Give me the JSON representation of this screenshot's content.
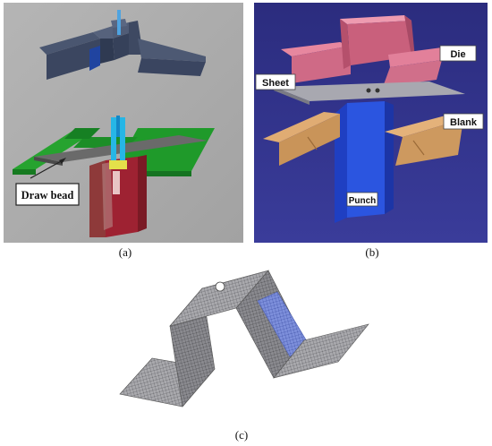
{
  "figure": {
    "panels": [
      {
        "id": "a",
        "caption": "(a)",
        "labels": {
          "draw_bead": "Draw bead"
        }
      },
      {
        "id": "b",
        "caption": "(b)",
        "labels": {
          "die": "Die",
          "sheet": "Sheet",
          "blank": "Blank",
          "punch": "Punch"
        }
      },
      {
        "id": "c",
        "caption": "(c)"
      }
    ]
  },
  "colors": {
    "panel_a_bg": "#b9b9b9",
    "panel_b_bg": "#2e2f86",
    "die_a": "#3b4660",
    "binder_green": "#1f9a2a",
    "punch_red": "#9e2232",
    "die_pink": "#e07a94",
    "sheet_gray": "#9a9aa3",
    "blank_tan": "#d9a066",
    "punch_blue": "#1f3fc2",
    "mesh_gray": "#8e8e92",
    "mesh_blue": "#6f84d6"
  }
}
